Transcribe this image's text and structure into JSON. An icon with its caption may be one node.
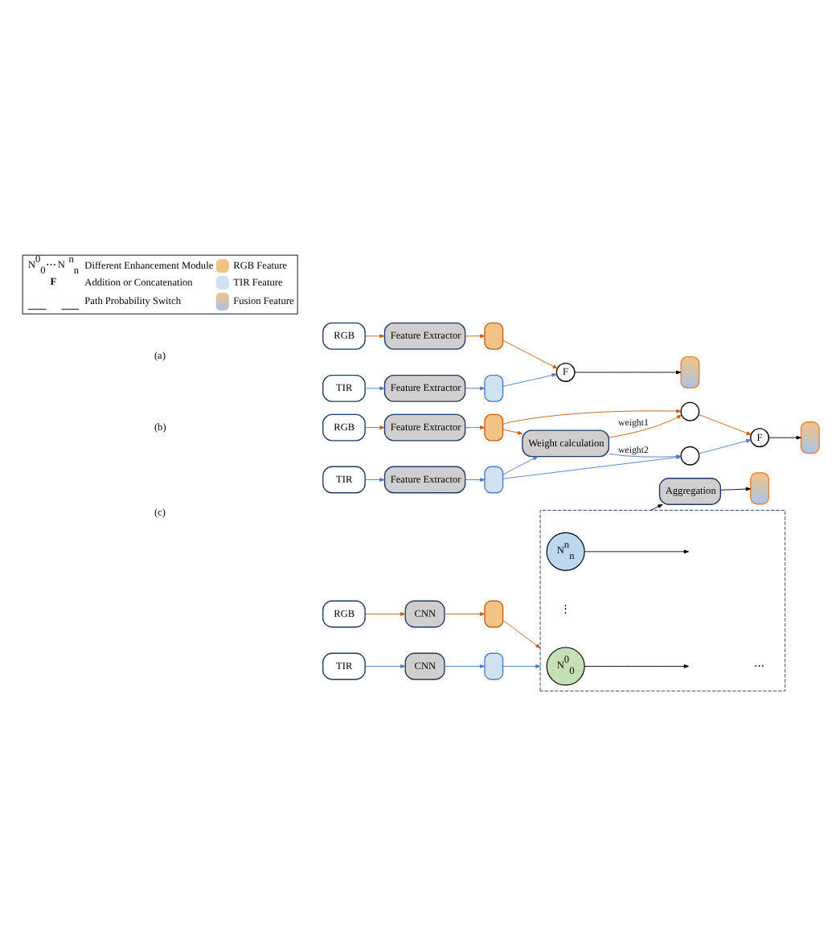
{
  "diagram": {
    "nodes": [
      {
        "text": [
          "RGB"
        ]
      },
      {
        "text": [
          "Feature Extractor"
        ]
      },
      {
        "text": [],
        "shape": "box"
      },
      {
        "text": [
          "TIR"
        ]
      },
      {
        "text": [
          "Feature Extractor"
        ]
      },
      {
        "text": [],
        "shape": "box"
      },
      {
        "text": [
          "F"
        ]
      },
      {
        "text": [],
        "shape": "box"
      },
      {
        "text": [
          "RGB"
        ]
      },
      {
        "text": [
          "Feature Extractor"
        ]
      },
      {
        "text": [],
        "shape": "box"
      },
      {
        "text": [
          "TIR"
        ]
      },
      {
        "text": [
          "Feature Extractor"
        ]
      },
      {
        "text": [],
        "shape": "box"
      },
      {
        "text": [
          "Weight calculation"
        ]
      },
      {
        "text": [],
        "shape": "circle"
      },
      {
        "text": [],
        "shape": "circle"
      },
      {
        "text": [
          "F"
        ]
      },
      {
        "text": [],
        "shape": "box"
      },
      {
        "text": [
          "RGB"
        ]
      },
      {
        "text": [
          "CNN"
        ]
      },
      {
        "text": [],
        "shape": "box"
      },
      {
        "text": [
          "TIR"
        ]
      },
      {
        "text": [
          "CNN"
        ]
      },
      {
        "text": [],
        "shape": "box"
      },
      {
        "text": [],
        "shape": "box"
      },
      {
        "text": [
          "N$^{0}$$_{0}$"
        ],
        "in": 25
      },
      {
        "text": [
          "N$^{n}$$_{n}$"
        ],
        "in": 25
      },
      {
        "text": [
          "Aggregation"
        ]
      },
      {
        "text": [],
        "shape": "box"
      }
    ],
    "edges": [
      {
        "from": 0,
        "to": 1,
        "arrow": "to",
        "color": "#c55a11"
      },
      {
        "from": 1,
        "to": 2,
        "arrow": "to",
        "color": "#c55a11"
      },
      {
        "from": 2,
        "to": 6,
        "arrow": "to",
        "color": "#c55a11"
      },
      {
        "from": 3,
        "to": 4,
        "arrow": "to",
        "color": "#4a79c5"
      },
      {
        "from": 4,
        "to": 5,
        "arrow": "to",
        "color": "#4a79c5"
      },
      {
        "from": 5,
        "to": 6,
        "arrow": "to",
        "color": "#4a79c5"
      },
      {
        "from": 6,
        "to": 7,
        "arrow": "to",
        "color": "#000000"
      },
      {
        "from": 8,
        "to": 9,
        "arrow": "to",
        "color": "#c55a11"
      },
      {
        "from": 9,
        "to": 10,
        "arrow": "to",
        "color": "#c55a11"
      },
      {
        "from": 10,
        "to": 14,
        "arrow": "to",
        "color": "#c55a11"
      },
      {
        "from": 10,
        "to": 15,
        "arrow": "to",
        "color": "#c55a11"
      },
      {
        "from": 11,
        "to": 12,
        "arrow": "to",
        "color": "#4a79c5"
      },
      {
        "from": 12,
        "to": 13,
        "arrow": "to",
        "color": "#4a79c5"
      },
      {
        "from": 13,
        "to": 14,
        "arrow": "to",
        "color": "#4a79c5"
      },
      {
        "from": 13,
        "to": 16,
        "arrow": "to",
        "color": "#4a79c5"
      },
      {
        "from": 14,
        "to": 15,
        "arrow": "to",
        "label": "weight1",
        "color": "#c55a11"
      },
      {
        "from": 14,
        "to": 16,
        "arrow": "to",
        "label": "weight2",
        "color": "#4a79c5"
      },
      {
        "from": 15,
        "to": 17,
        "arrow": "to",
        "color": "#c55a11"
      },
      {
        "from": 16,
        "to": 17,
        "arrow": "to",
        "color": "#4a79c5"
      },
      {
        "from": 17,
        "to": 18,
        "arrow": "to",
        "color": "#000000"
      },
      {
        "from": 19,
        "to": 20,
        "arrow": "to",
        "color": "#c55a11"
      },
      {
        "from": 20,
        "to": 21,
        "arrow": "to",
        "color": "#c55a11"
      },
      {
        "from": 21,
        "to": 25,
        "arrow": "to",
        "color": "#c55a11"
      },
      {
        "from": 22,
        "to": 23,
        "arrow": "to",
        "color": "#4a79c5"
      },
      {
        "from": 23,
        "to": 24,
        "arrow": "to",
        "color": "#4a79c5"
      },
      {
        "from": 24,
        "to": 25,
        "arrow": "to",
        "color": "#4a79c5"
      },
      {
        "from": 26,
        "to": null,
        "arrow": "to",
        "color": "#000000"
      },
      {
        "from": 27,
        "to": null,
        "arrow": "to",
        "color": "#000000"
      },
      {
        "from": 25,
        "to": 28,
        "arrow": "to",
        "color": "#000000"
      },
      {
        "from": 28,
        "to": 29,
        "arrow": "to",
        "color": "#000000"
      }
    ],
    "labels": [
      "N$^{0}$$_{0}$",
      "⋯",
      "N$^{n}$$_{n}$",
      "F",
      "(a)",
      "(b)",
      "(c)",
      "⋯",
      "⋮"
    ],
    "legend": [
      {
        "text": "Different Enhancement Module"
      },
      {
        "text": "Addition or Concatenation"
      },
      {
        "text": "Path Probability Switch"
      },
      {
        "text": "RGB Feature",
        "color": "#f1c485"
      },
      {
        "text": "TIR Feature",
        "color": "#cfe2f0"
      },
      {
        "text": "Fusion Feature"
      }
    ]
  }
}
